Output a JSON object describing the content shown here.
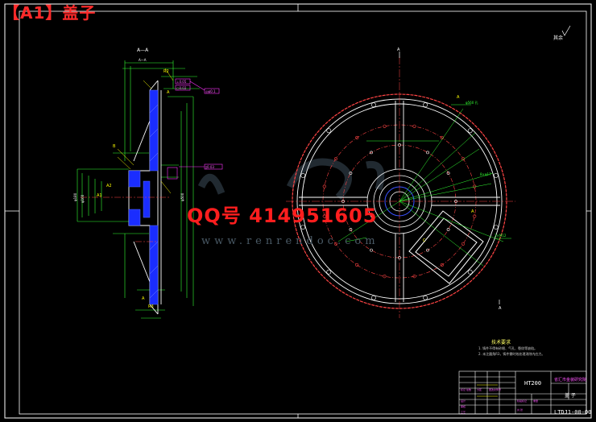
{
  "header": {
    "title": "【A1】盖子"
  },
  "watermark": {
    "contact": "QQ号  414951605",
    "url": "www.renrendoc.com"
  },
  "views": {
    "section_label": "A—A",
    "cut_mark": "A"
  },
  "title_block": {
    "material": "HT200",
    "drawing_code": "LTDJ1-00-00",
    "part_name": "盖 子",
    "company": "省汇市金装研究院"
  },
  "tech_requirements": {
    "title": "技术要求",
    "notes": [
      "1. 铸件不得有砂眼、气孔、裂纹等缺陷。",
      "2. 未注圆角R3，铸件需时效处理消除内应力。"
    ]
  },
  "roughness": {
    "label": "其余"
  },
  "colors": {
    "background": "#000000",
    "frame": "#ffffff",
    "geometry_main": "#ffffff",
    "geometry_section": "#3a52ff",
    "dimension": "#33ff33",
    "annotation": "#ffff00",
    "tolerance": "#ff33ff",
    "center_line": "#ff4444",
    "watermark_red": "#ff1e1e"
  },
  "icons": {
    "roughness_symbol": "surface-roughness-icon",
    "section_arrow": "section-arrow-icon"
  }
}
